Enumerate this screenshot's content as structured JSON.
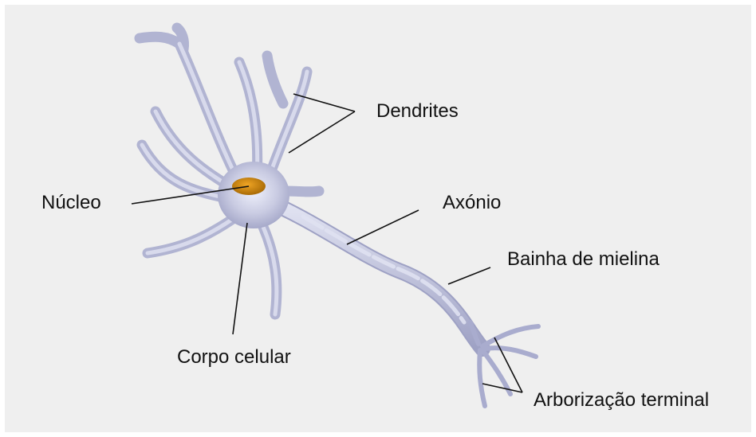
{
  "labels": {
    "dendrites": "Dendrites",
    "nucleus": "Núcleo",
    "axon": "Axónio",
    "myelin": "Bainha de mielina",
    "cell_body": "Corpo celular",
    "terminal": "Arborização terminal"
  },
  "colors": {
    "background": "#efefef",
    "neuron_body": "#c9cbe2",
    "neuron_shadow": "#9ea1c4",
    "nucleus": "#d08a0c",
    "leader_line": "#111111"
  }
}
